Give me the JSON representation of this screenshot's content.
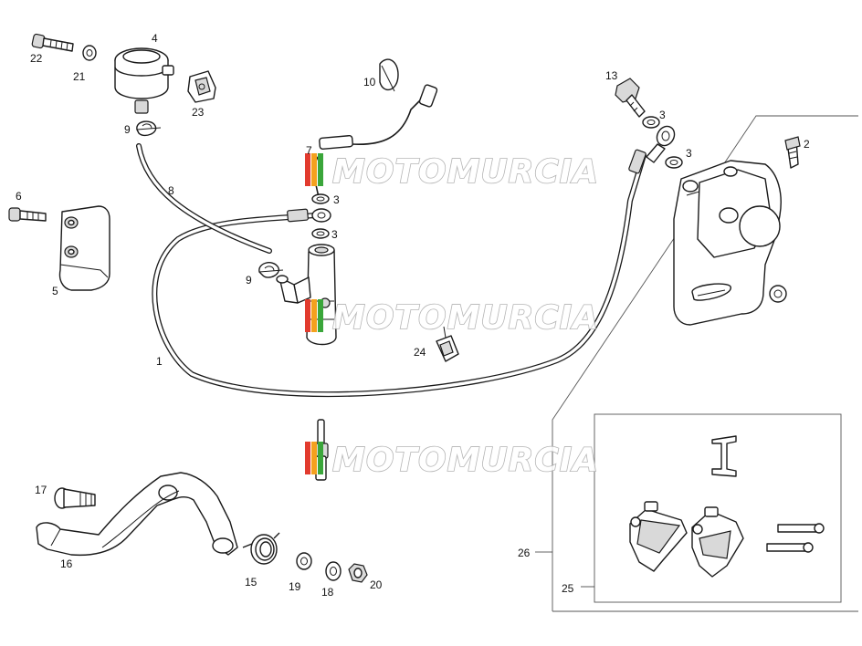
{
  "watermark": {
    "text": "MOTOMURCIA",
    "colors": {
      "red": "#e23b2e",
      "orange": "#f4a11e",
      "green": "#3aa63a",
      "gray": "#a8a8a8"
    }
  },
  "callouts": {
    "n1": "1",
    "n2": "2",
    "n3a": "3",
    "n3b": "3",
    "n3c": "3",
    "n3d": "3",
    "n4": "4",
    "n5": "5",
    "n6": "6",
    "n7": "7",
    "n8": "8",
    "n9a": "9",
    "n9b": "9",
    "n10": "10",
    "n13": "13",
    "n15": "15",
    "n16": "16",
    "n17": "17",
    "n18": "18",
    "n19": "19",
    "n20": "20",
    "n21": "21",
    "n22": "22",
    "n23": "23",
    "n24": "24",
    "n25": "25",
    "n26": "26"
  }
}
